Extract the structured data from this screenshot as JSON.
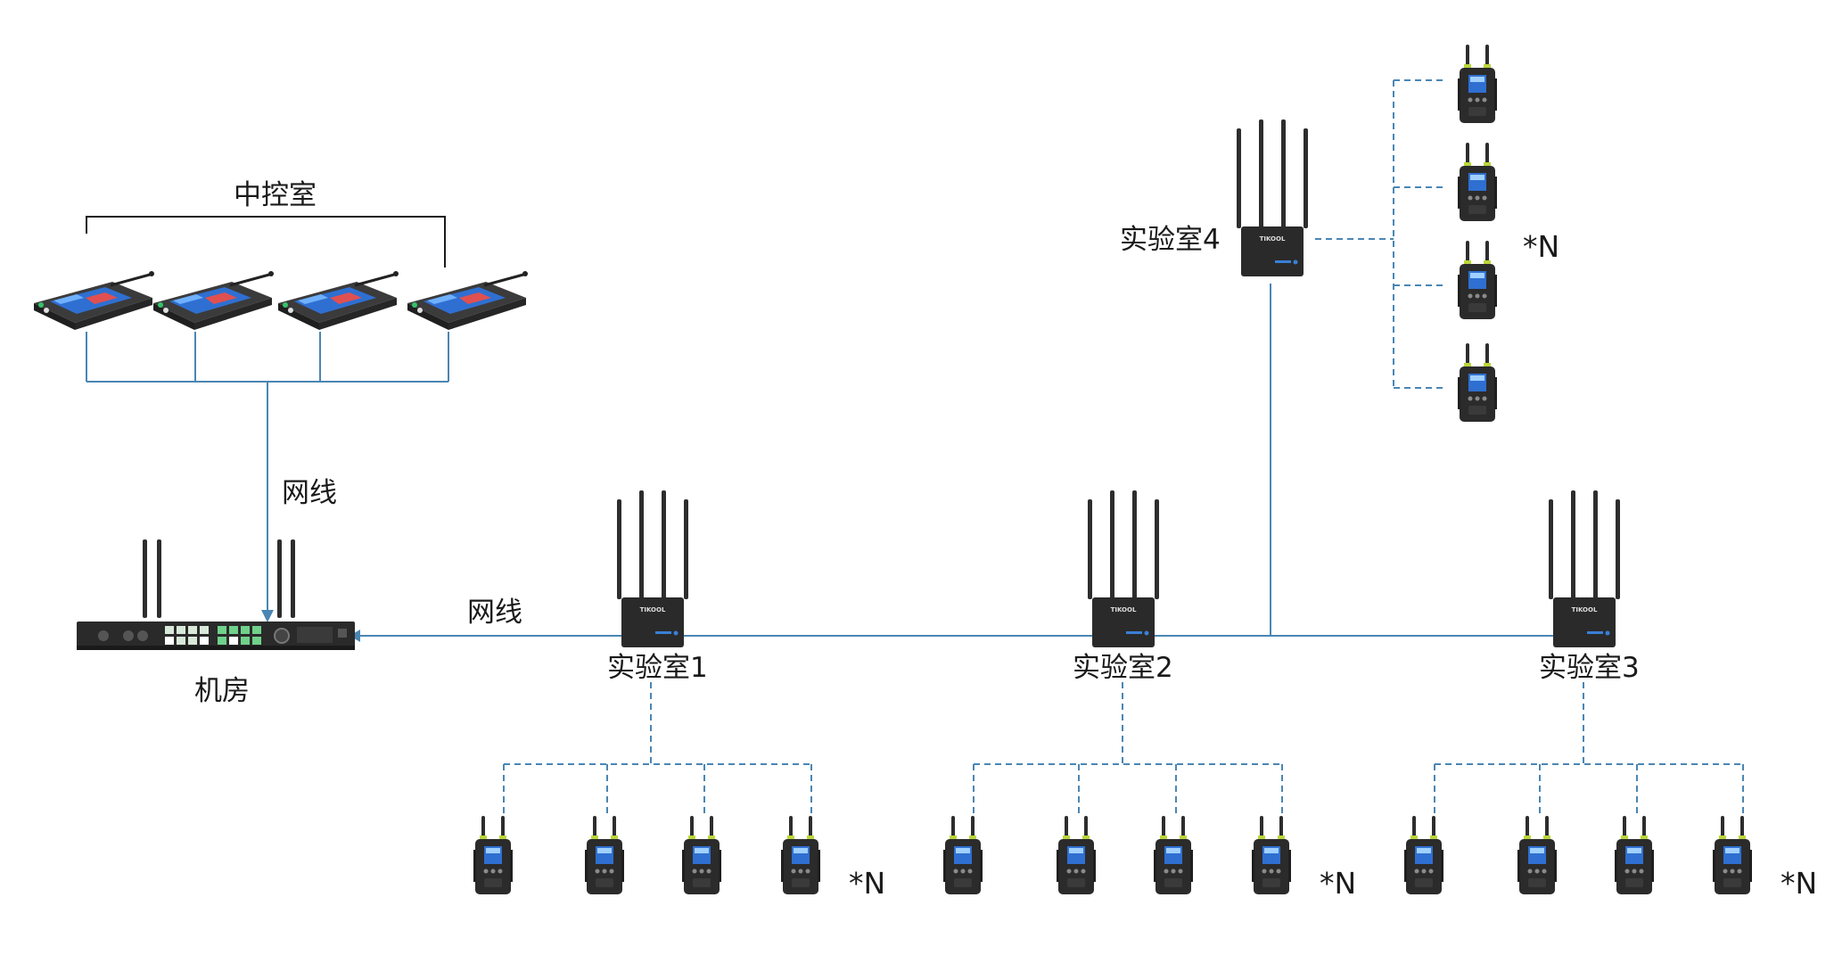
{
  "labels": {
    "control_room": "中控室",
    "cable_1": "网线",
    "cable_2": "网线",
    "server_room": "机房",
    "lab_1": "实验室1",
    "lab_2": "实验室2",
    "lab_3": "实验室3",
    "lab_4": "实验室4",
    "count_lab1": "*N",
    "count_lab2": "*N",
    "count_lab3": "*N",
    "count_lab4": "*N"
  },
  "device_brand": "TIKOOL",
  "colors": {
    "wired_link": "#4a86b4",
    "wireless_link": "#4a86b4",
    "control_bracket": "#1a1a1a",
    "device_body": "#2b2b2b",
    "screen": "#2f6fd1"
  }
}
